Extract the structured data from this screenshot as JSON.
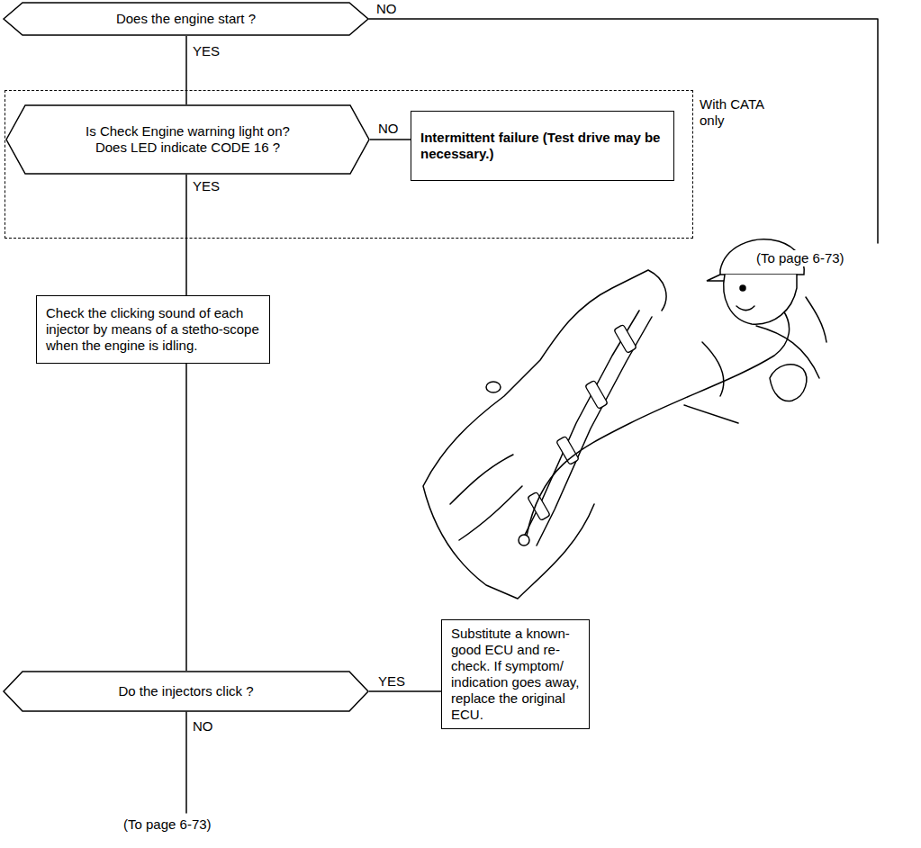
{
  "diagram": {
    "nodes": [
      {
        "text": [
          "Does the engine start ?"
        ]
      },
      {
        "text": [
          "With CATA only"
        ]
      },
      {
        "text": [
          "Is Check Engine warning light on?",
          "Does LED indicate CODE 16 ?"
        ],
        "in": 1
      },
      {
        "text": [
          "Intermittent failure (Test drive may be necessary.)"
        ],
        "in": 1
      },
      {
        "text": [
          "Check the clicking sound of each injector by means of a stetho-scope when the engine is idling."
        ]
      },
      {
        "text": [
          "Do the injectors click ?"
        ]
      },
      {
        "text": [
          "Substitute a known-good ECU and re-check. If symptom/ indication goes away, replace the original ECU."
        ]
      }
    ],
    "edges": [
      {
        "from": 0,
        "to": 2,
        "label": "YES",
        "arrow": "none"
      },
      {
        "from": 2,
        "to": 3,
        "label": "NO",
        "arrow": "none"
      },
      {
        "from": 2,
        "to": 4,
        "label": "YES",
        "arrow": "none"
      },
      {
        "from": 4,
        "to": 5,
        "arrow": "none"
      },
      {
        "from": 5,
        "to": 6,
        "label": "YES",
        "arrow": "none"
      }
    ],
    "labels": [
      "NO",
      "(To page 6-73)",
      "NO",
      "(To page 6-73)"
    ]
  }
}
